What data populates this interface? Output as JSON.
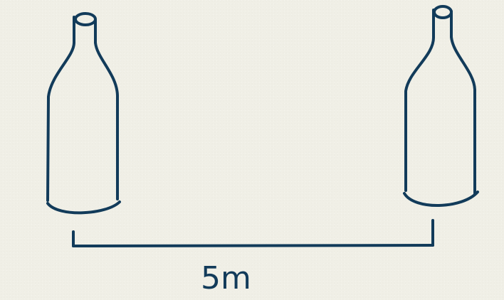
{
  "diagram": {
    "ink_color": "#123b5a",
    "background_color": "#f0efe6",
    "objects": [
      {
        "name": "bottle-left",
        "icon": "bottle-icon"
      },
      {
        "name": "bottle-right",
        "icon": "bottle-icon"
      }
    ],
    "distance_label": "5m"
  }
}
